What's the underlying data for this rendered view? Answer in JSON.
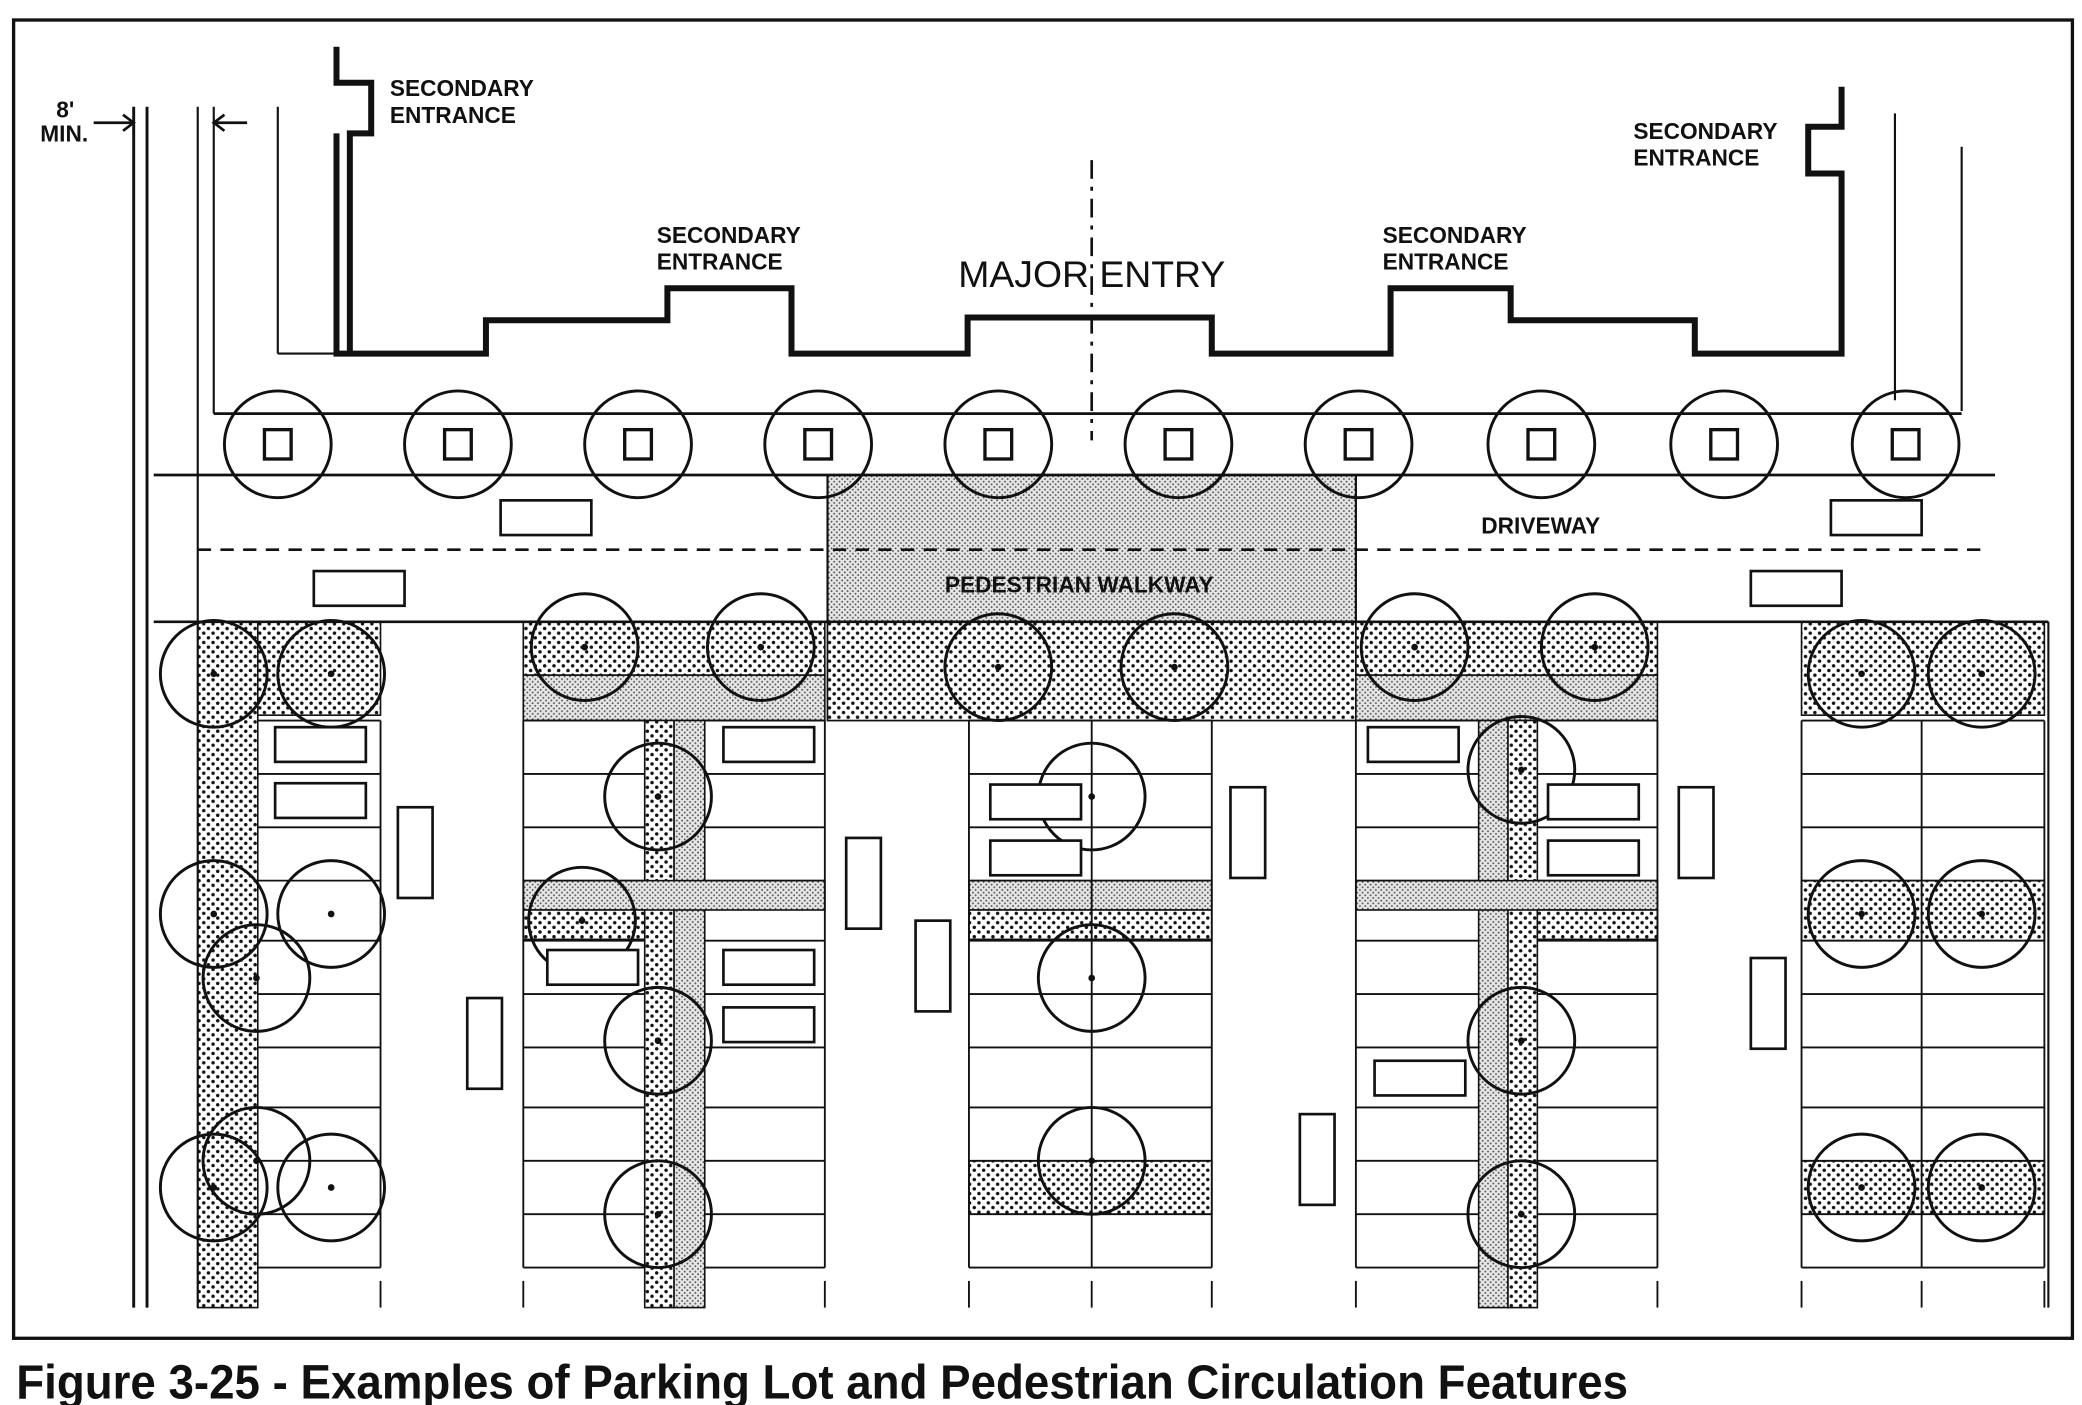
{
  "labels": {
    "dimension_value": "8'",
    "dimension_unit": "MIN.",
    "secondary_entrance_line1": "SECONDARY",
    "secondary_entrance_line2": "ENTRANCE",
    "major_entry": "MAJOR ENTRY",
    "driveway": "DRIVEWAY",
    "pedestrian_walkway": "PEDESTRIAN WALKWAY"
  },
  "caption": "Figure 3-25 - Examples of Parking Lot and Pedestrian Circulation Features",
  "colors": {
    "ink": "#111111",
    "paper": "#ffffff",
    "stipple": "#c8c8c8"
  }
}
